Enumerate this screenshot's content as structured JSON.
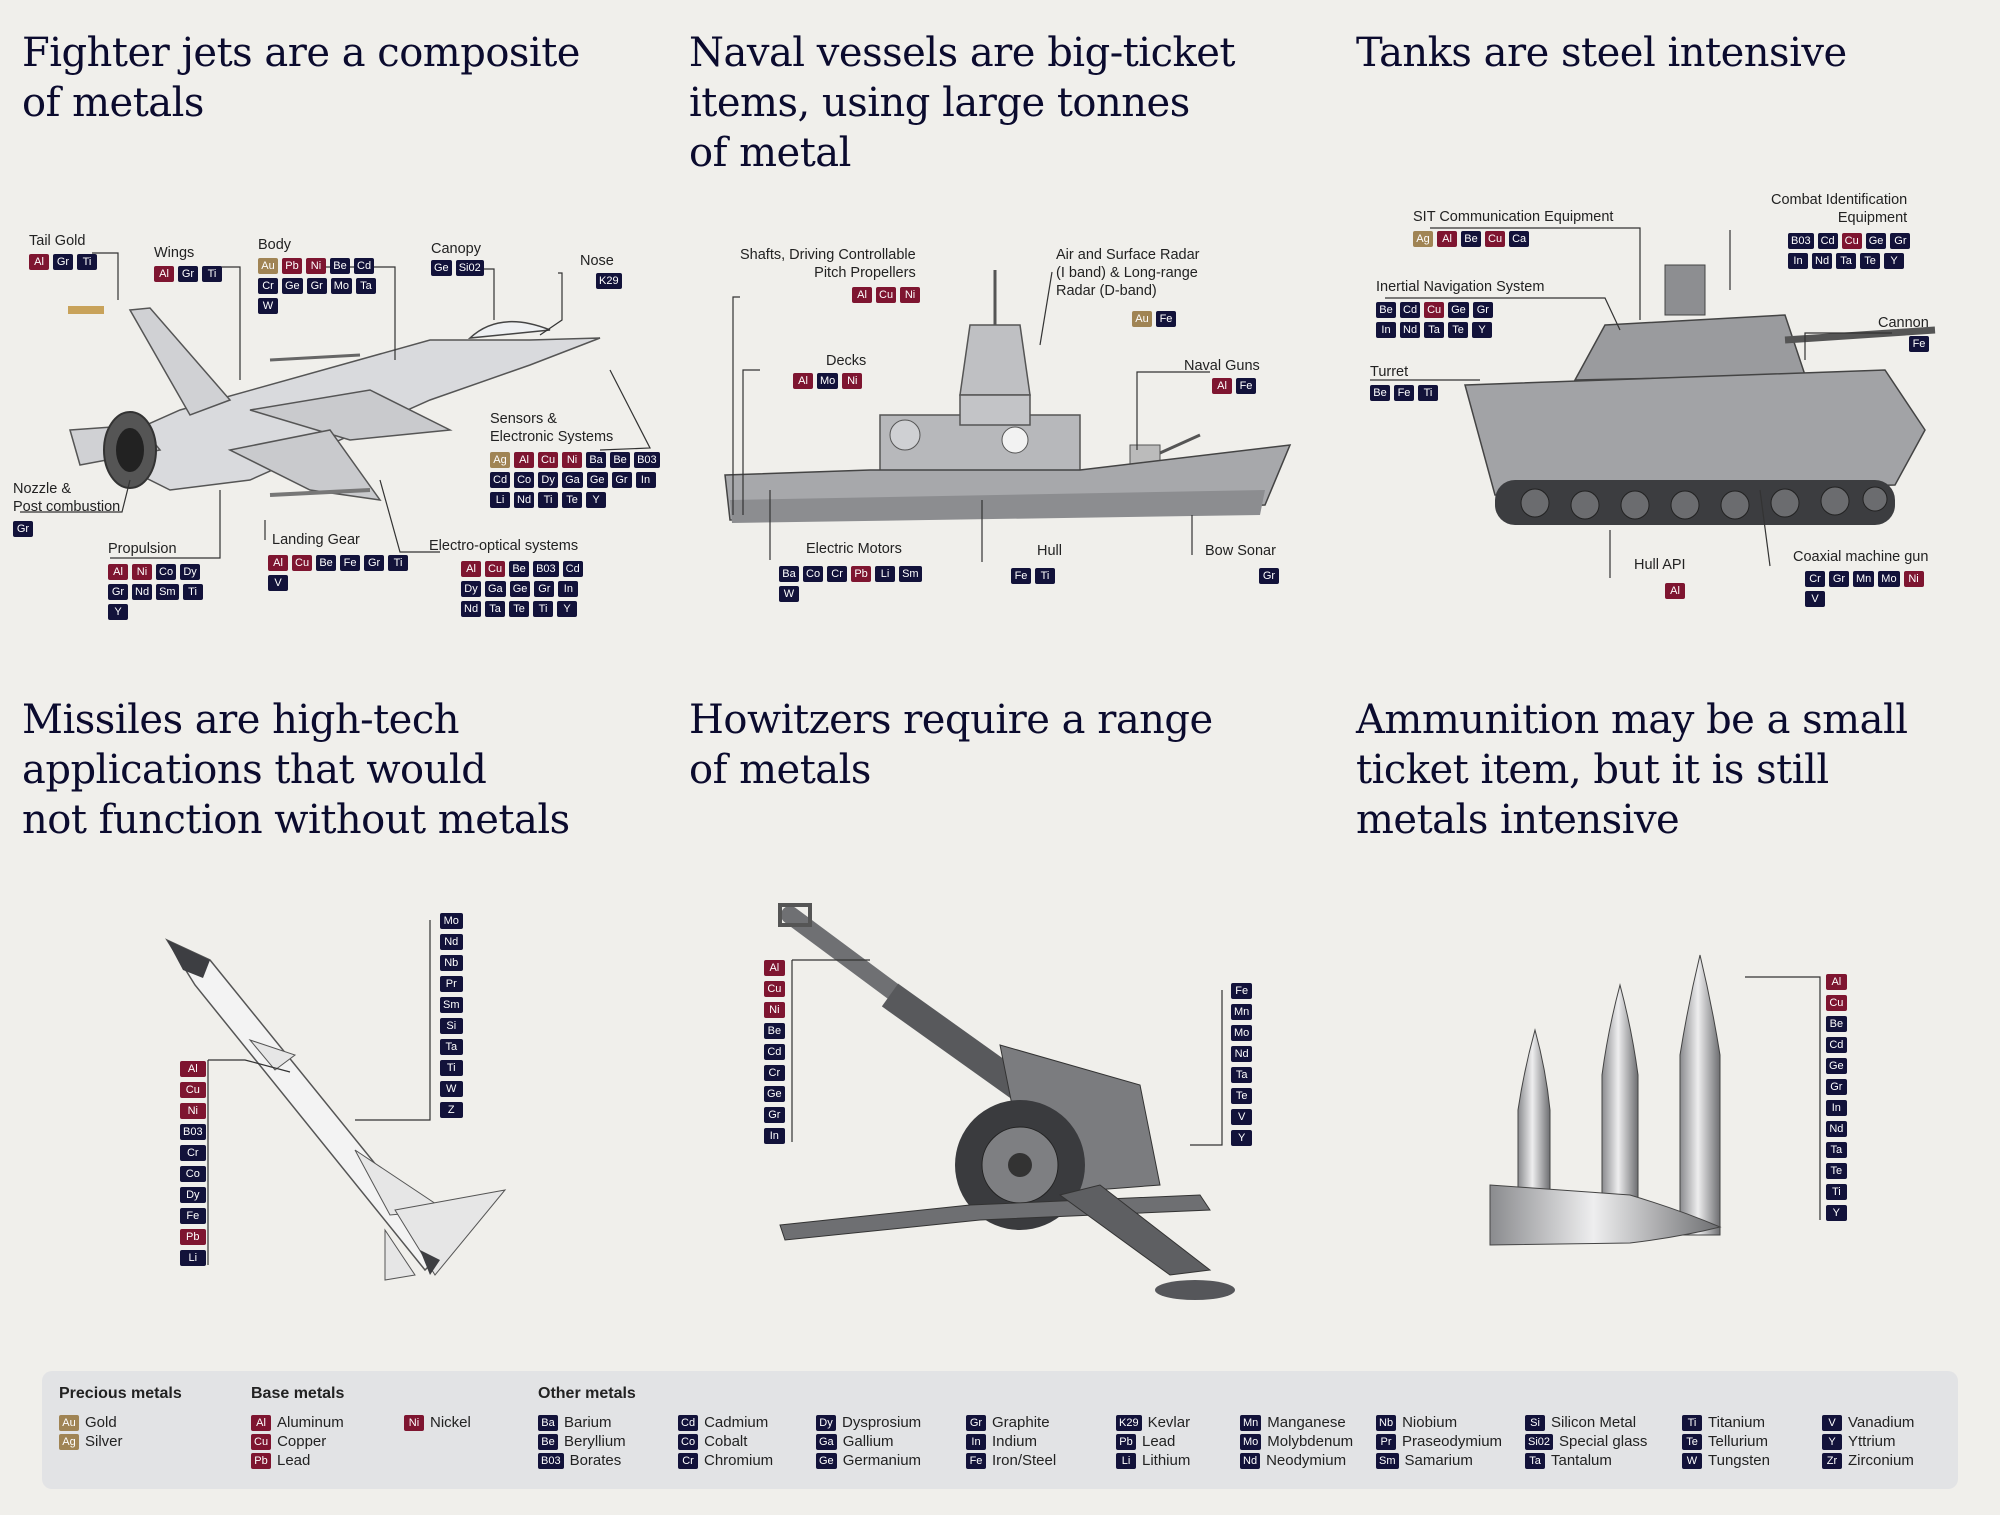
{
  "panels": {
    "fighter": {
      "title_l1": "Fighter jets are a composite",
      "title_l2": "of metals",
      "tail": {
        "label": "Tail Gold",
        "tags": [
          [
            "Al",
            "base"
          ],
          [
            "Gr",
            "other"
          ],
          [
            "Ti",
            "other"
          ]
        ]
      },
      "wings": {
        "label": "Wings",
        "tags": [
          [
            "Al",
            "base"
          ],
          [
            "Gr",
            "other"
          ],
          [
            "Ti",
            "other"
          ]
        ]
      },
      "body": {
        "label": "Body",
        "tags": [
          [
            "Au",
            "precious"
          ],
          [
            "Pb",
            "base"
          ],
          [
            "Ni",
            "base"
          ],
          [
            "Be",
            "other"
          ],
          [
            "Cd",
            "other"
          ],
          [
            "Cr",
            "other"
          ],
          [
            "Ge",
            "other"
          ],
          [
            "Gr",
            "other"
          ],
          [
            "Mo",
            "other"
          ],
          [
            "Ta",
            "other"
          ],
          [
            "W",
            "other"
          ]
        ]
      },
      "canopy": {
        "label": "Canopy",
        "tags": [
          [
            "Ge",
            "other"
          ],
          [
            "Si02",
            "other"
          ]
        ]
      },
      "nose": {
        "label": "Nose",
        "tags": [
          [
            "K29",
            "other"
          ]
        ]
      },
      "sensors": {
        "label_l1": "Sensors &",
        "label_l2": "Electronic Systems",
        "tags": [
          [
            "Ag",
            "precious"
          ],
          [
            "Al",
            "base"
          ],
          [
            "Cu",
            "base"
          ],
          [
            "Ni",
            "base"
          ],
          [
            "Ba",
            "other"
          ],
          [
            "Be",
            "other"
          ],
          [
            "B03",
            "other"
          ],
          [
            "Cd",
            "other"
          ],
          [
            "Co",
            "other"
          ],
          [
            "Dy",
            "other"
          ],
          [
            "Ga",
            "other"
          ],
          [
            "Ge",
            "other"
          ],
          [
            "Gr",
            "other"
          ],
          [
            "In",
            "other"
          ],
          [
            "Li",
            "other"
          ],
          [
            "Nd",
            "other"
          ],
          [
            "Ti",
            "other"
          ],
          [
            "Te",
            "other"
          ],
          [
            "Y",
            "other"
          ]
        ]
      },
      "nozzle": {
        "label_l1": "Nozzle &",
        "label_l2": "Post combustion",
        "tags": [
          [
            "Gr",
            "other"
          ]
        ]
      },
      "propulsion": {
        "label": "Propulsion",
        "tags": [
          [
            "Al",
            "base"
          ],
          [
            "Ni",
            "base"
          ],
          [
            "Co",
            "other"
          ],
          [
            "Dy",
            "other"
          ],
          [
            "Gr",
            "other"
          ],
          [
            "Nd",
            "other"
          ],
          [
            "Sm",
            "other"
          ],
          [
            "Ti",
            "other"
          ],
          [
            "Y",
            "other"
          ]
        ]
      },
      "landing": {
        "label": "Landing Gear",
        "tags": [
          [
            "Al",
            "base"
          ],
          [
            "Cu",
            "base"
          ],
          [
            "Be",
            "other"
          ],
          [
            "Fe",
            "other"
          ],
          [
            "Gr",
            "other"
          ],
          [
            "Ti",
            "other"
          ],
          [
            "V",
            "other"
          ]
        ]
      },
      "electro": {
        "label": "Electro-optical systems",
        "tags": [
          [
            "Al",
            "base"
          ],
          [
            "Cu",
            "base"
          ],
          [
            "Be",
            "other"
          ],
          [
            "B03",
            "other"
          ],
          [
            "Cd",
            "other"
          ],
          [
            "Dy",
            "other"
          ],
          [
            "Ga",
            "other"
          ],
          [
            "Ge",
            "other"
          ],
          [
            "Gr",
            "other"
          ],
          [
            "In",
            "other"
          ],
          [
            "Nd",
            "other"
          ],
          [
            "Ta",
            "other"
          ],
          [
            "Te",
            "other"
          ],
          [
            "Ti",
            "other"
          ],
          [
            "Y",
            "other"
          ]
        ]
      }
    },
    "naval": {
      "title_l1": "Naval vessels are big-ticket",
      "title_l2": "items, using large tonnes",
      "title_l3": "of metal",
      "shafts": {
        "label_l1": "Shafts, Driving Controllable",
        "label_l2": "Pitch Propellers",
        "tags": [
          [
            "Al",
            "base"
          ],
          [
            "Cu",
            "base"
          ],
          [
            "Ni",
            "base"
          ]
        ]
      },
      "radar": {
        "label_l1": "Air and Surface Radar",
        "label_l2": "(I band) & Long-range",
        "label_l3": "Radar (D-band)",
        "tags": [
          [
            "Au",
            "precious"
          ],
          [
            "Fe",
            "other"
          ]
        ]
      },
      "decks": {
        "label": "Decks",
        "tags": [
          [
            "Al",
            "base"
          ],
          [
            "Mo",
            "other"
          ],
          [
            "Ni",
            "base"
          ]
        ]
      },
      "guns": {
        "label": "Naval Guns",
        "tags": [
          [
            "Al",
            "base"
          ],
          [
            "Fe",
            "other"
          ]
        ]
      },
      "motors": {
        "label": "Electric Motors",
        "tags": [
          [
            "Ba",
            "other"
          ],
          [
            "Co",
            "other"
          ],
          [
            "Cr",
            "other"
          ],
          [
            "Pb",
            "base"
          ],
          [
            "Li",
            "other"
          ],
          [
            "Sm",
            "other"
          ],
          [
            "W",
            "other"
          ]
        ]
      },
      "hull": {
        "label": "Hull",
        "tags": [
          [
            "Fe",
            "other"
          ],
          [
            "Ti",
            "other"
          ]
        ]
      },
      "sonar": {
        "label": "Bow Sonar",
        "tags": [
          [
            "Gr",
            "other"
          ]
        ]
      }
    },
    "tank": {
      "title_l1": "Tanks are steel intensive",
      "sit": {
        "label": "SIT Communication Equipment",
        "tags": [
          [
            "Ag",
            "precious"
          ],
          [
            "Al",
            "base"
          ],
          [
            "Be",
            "other"
          ],
          [
            "Cu",
            "base"
          ],
          [
            "Ca",
            "other"
          ]
        ]
      },
      "combat": {
        "label_l1": "Combat Identification",
        "label_l2": "Equipment",
        "tags": [
          [
            "B03",
            "other"
          ],
          [
            "Cd",
            "other"
          ],
          [
            "Cu",
            "base"
          ],
          [
            "Ge",
            "other"
          ],
          [
            "Gr",
            "other"
          ],
          [
            "In",
            "other"
          ],
          [
            "Nd",
            "other"
          ],
          [
            "Ta",
            "other"
          ],
          [
            "Te",
            "other"
          ],
          [
            "Y",
            "other"
          ]
        ]
      },
      "ins": {
        "label": "Inertial Navigation System",
        "tags": [
          [
            "Be",
            "other"
          ],
          [
            "Cd",
            "other"
          ],
          [
            "Cu",
            "base"
          ],
          [
            "Ge",
            "other"
          ],
          [
            "Gr",
            "other"
          ],
          [
            "In",
            "other"
          ],
          [
            "Nd",
            "other"
          ],
          [
            "Ta",
            "other"
          ],
          [
            "Te",
            "other"
          ],
          [
            "Y",
            "other"
          ]
        ]
      },
      "cannon": {
        "label": "Cannon",
        "tags": [
          [
            "Fe",
            "other"
          ]
        ]
      },
      "turret": {
        "label": "Turret",
        "tags": [
          [
            "Be",
            "other"
          ],
          [
            "Fe",
            "other"
          ],
          [
            "Ti",
            "other"
          ]
        ]
      },
      "hullapi": {
        "label": "Hull API",
        "tags": [
          [
            "Al",
            "base"
          ]
        ]
      },
      "coax": {
        "label": "Coaxial machine gun",
        "tags": [
          [
            "Cr",
            "other"
          ],
          [
            "Gr",
            "other"
          ],
          [
            "Mn",
            "other"
          ],
          [
            "Mo",
            "other"
          ],
          [
            "Ni",
            "base"
          ],
          [
            "V",
            "other"
          ]
        ]
      }
    },
    "missile": {
      "title_l1": "Missiles are high-tech",
      "title_l2": "applications that would",
      "title_l3": "not function without metals",
      "left_tags": [
        [
          "Al",
          "base"
        ],
        [
          "Cu",
          "base"
        ],
        [
          "Ni",
          "base"
        ],
        [
          "B03",
          "other"
        ],
        [
          "Cr",
          "other"
        ],
        [
          "Co",
          "other"
        ],
        [
          "Dy",
          "other"
        ],
        [
          "Fe",
          "other"
        ],
        [
          "Pb",
          "base"
        ],
        [
          "Li",
          "other"
        ]
      ],
      "right_tags": [
        [
          "Mo",
          "other"
        ],
        [
          "Nd",
          "other"
        ],
        [
          "Nb",
          "other"
        ],
        [
          "Pr",
          "other"
        ],
        [
          "Sm",
          "other"
        ],
        [
          "Si",
          "other"
        ],
        [
          "Ta",
          "other"
        ],
        [
          "Ti",
          "other"
        ],
        [
          "W",
          "other"
        ],
        [
          "Z",
          "other"
        ]
      ]
    },
    "howitzer": {
      "title_l1": "Howitzers require a range",
      "title_l2": "of metals",
      "left_tags": [
        [
          "Al",
          "base"
        ],
        [
          "Cu",
          "base"
        ],
        [
          "Ni",
          "base"
        ],
        [
          "Be",
          "other"
        ],
        [
          "Cd",
          "other"
        ],
        [
          "Cr",
          "other"
        ],
        [
          "Ge",
          "other"
        ],
        [
          "Gr",
          "other"
        ],
        [
          "In",
          "other"
        ]
      ],
      "right_tags": [
        [
          "Fe",
          "other"
        ],
        [
          "Mn",
          "other"
        ],
        [
          "Mo",
          "other"
        ],
        [
          "Nd",
          "other"
        ],
        [
          "Ta",
          "other"
        ],
        [
          "Te",
          "other"
        ],
        [
          "V",
          "other"
        ],
        [
          "Y",
          "other"
        ]
      ]
    },
    "ammo": {
      "title_l1": "Ammunition may be a small",
      "title_l2": "ticket item, but it is still",
      "title_l3": "metals intensive",
      "tags": [
        [
          "Al",
          "base"
        ],
        [
          "Cu",
          "base"
        ],
        [
          "Be",
          "other"
        ],
        [
          "Cd",
          "other"
        ],
        [
          "Ge",
          "other"
        ],
        [
          "Gr",
          "other"
        ],
        [
          "In",
          "other"
        ],
        [
          "Nd",
          "other"
        ],
        [
          "Ta",
          "other"
        ],
        [
          "Te",
          "other"
        ],
        [
          "Ti",
          "other"
        ],
        [
          "Y",
          "other"
        ]
      ]
    }
  },
  "legend": {
    "precious": {
      "heading": "Precious metals",
      "items": [
        [
          "Au",
          "Gold"
        ],
        [
          "Ag",
          "Silver"
        ]
      ]
    },
    "base": {
      "heading": "Base metals",
      "col1": [
        [
          "Al",
          "Aluminum"
        ],
        [
          "Cu",
          "Copper"
        ],
        [
          "Pb",
          "Lead"
        ]
      ],
      "col2": [
        [
          "Ni",
          "Nickel"
        ]
      ]
    },
    "other": {
      "heading": "Other metals",
      "cols": [
        [
          [
            "Ba",
            "Barium"
          ],
          [
            "Be",
            "Beryllium"
          ],
          [
            "B03",
            "Borates"
          ]
        ],
        [
          [
            "Cd",
            "Cadmium"
          ],
          [
            "Co",
            "Cobalt"
          ],
          [
            "Cr",
            "Chromium"
          ]
        ],
        [
          [
            "Dy",
            "Dysprosium"
          ],
          [
            "Ga",
            "Gallium"
          ],
          [
            "Ge",
            "Germanium"
          ]
        ],
        [
          [
            "Gr",
            "Graphite"
          ],
          [
            "In",
            "Indium"
          ],
          [
            "Fe",
            "Iron/Steel"
          ]
        ],
        [
          [
            "K29",
            "Kevlar"
          ],
          [
            "Pb",
            "Lead"
          ],
          [
            "Li",
            "Lithium"
          ]
        ],
        [
          [
            "Mn",
            "Manganese"
          ],
          [
            "Mo",
            "Molybdenum"
          ],
          [
            "Nd",
            "Neodymium"
          ]
        ],
        [
          [
            "Nb",
            "Niobium"
          ],
          [
            "Pr",
            "Praseodymium"
          ],
          [
            "Sm",
            "Samarium"
          ]
        ],
        [
          [
            "Si",
            "Silicon Metal"
          ],
          [
            "Si02",
            "Special glass"
          ],
          [
            "Ta",
            "Tantalum"
          ]
        ],
        [
          [
            "Ti",
            "Titanium"
          ],
          [
            "Te",
            "Tellurium"
          ],
          [
            "W",
            "Tungsten"
          ]
        ],
        [
          [
            "V",
            "Vanadium"
          ],
          [
            "Y",
            "Yttrium"
          ],
          [
            "Zr",
            "Zirconium"
          ]
        ]
      ]
    }
  },
  "colors": {
    "precious": "#a08454",
    "base": "#7e1530",
    "other": "#12123a",
    "background": "#f0efeb"
  }
}
